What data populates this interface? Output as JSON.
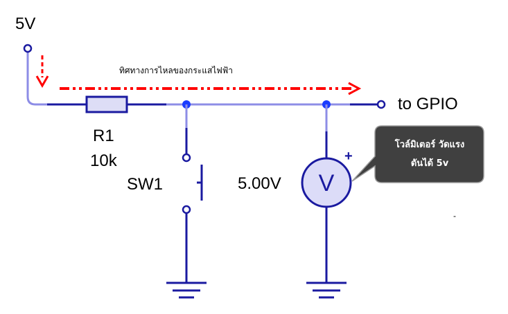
{
  "labels": {
    "supply": "5V",
    "current_direction": "ทิศทางการไหลของกระแสไฟฟ้า",
    "output": "to GPIO",
    "resistor_name": "R1",
    "resistor_value": "10k",
    "switch_name": "SW1",
    "voltmeter_reading": "5.00V",
    "voltmeter_symbol": "V",
    "voltmeter_polarity": "+",
    "stray_mark": "-"
  },
  "callout": {
    "line1": "โวล์มิเตอร์ วัดแรง",
    "line2": "ดันได้ 5v"
  },
  "colors": {
    "wire_blue": "#1a1aa0",
    "wire_light": "#8d8de6",
    "node_blue": "#1a3cff",
    "arrow_red": "#ff0000",
    "voltmeter_fill": "#dcdcf8",
    "resistor_fill": "#ddddf6",
    "callout_bg": "#404040",
    "callout_text": "#ffffff"
  }
}
